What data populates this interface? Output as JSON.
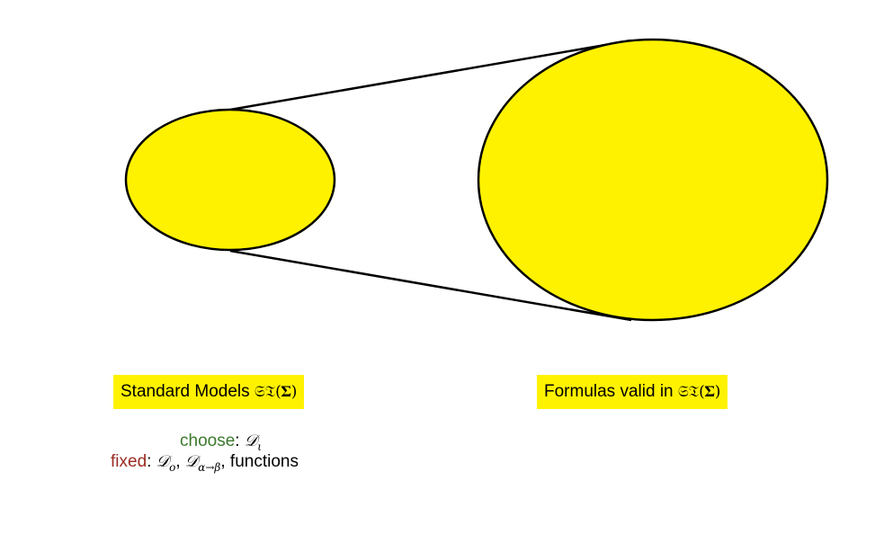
{
  "colors": {
    "ellipse_fill": "#fff200",
    "outline": "#000000",
    "choose_color": "#3c7a2e",
    "fixed_color": "#9a2a22"
  },
  "left_label": {
    "text": "Standard Models ",
    "math": "𝔖𝔗(𝚺)"
  },
  "right_label": {
    "text": "Formulas valid in ",
    "math": "𝔖𝔗(𝚺)"
  },
  "notes": {
    "choose": {
      "keyword": "choose",
      "colon": ":",
      "value": "𝒟",
      "value_sub": "ι"
    },
    "fixed": {
      "keyword": "fixed",
      "colon": ":",
      "d_o": "𝒟",
      "d_o_sub": "o",
      "d_fn": "𝒟",
      "d_fn_sub": "α→β",
      "tail": "functions"
    }
  }
}
